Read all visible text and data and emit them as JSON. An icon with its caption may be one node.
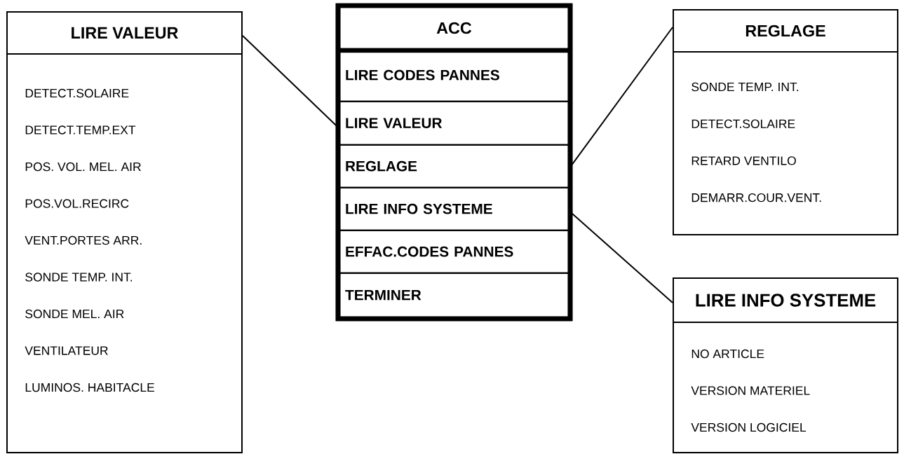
{
  "diagram": {
    "nodes": [
      {
        "text": [
          "ACC"
        ]
      },
      {
        "text": [
          "LIRE CODES PANNES"
        ],
        "in": 0
      },
      {
        "text": [
          "LIRE VALEUR"
        ],
        "in": 0
      },
      {
        "text": [
          "REGLAGE"
        ],
        "in": 0
      },
      {
        "text": [
          "LIRE INFO SYSTEME"
        ],
        "in": 0
      },
      {
        "text": [
          "EFFAC.CODES PANNES"
        ],
        "in": 0
      },
      {
        "text": [
          "TERMINER"
        ],
        "in": 0
      },
      {
        "text": [
          "LIRE VALEUR",
          "DETECT.SOLAIRE",
          "DETECT.TEMP.EXT",
          "POS. VOL. MEL. AIR",
          "POS.VOL.RECIRC",
          "VENT.PORTES ARR.",
          "SONDE TEMP. INT.",
          "SONDE MEL. AIR",
          "VENTILATEUR",
          "LUMINOS. HABITACLE"
        ]
      },
      {
        "text": [
          "REGLAGE",
          "SONDE TEMP. INT.",
          "DETECT.SOLAIRE",
          "RETARD VENTILO",
          "DEMARR.COUR.VENT."
        ]
      },
      {
        "text": [
          "LIRE INFO SYSTEME",
          "NO ARTICLE",
          "VERSION MATERIEL",
          "VERSION LOGICIEL"
        ]
      }
    ],
    "edges": [
      {
        "from": 2,
        "to": 7,
        "arrow": "none"
      },
      {
        "from": 3,
        "to": 8,
        "arrow": "none"
      },
      {
        "from": 4,
        "to": 9,
        "arrow": "none"
      }
    ]
  }
}
